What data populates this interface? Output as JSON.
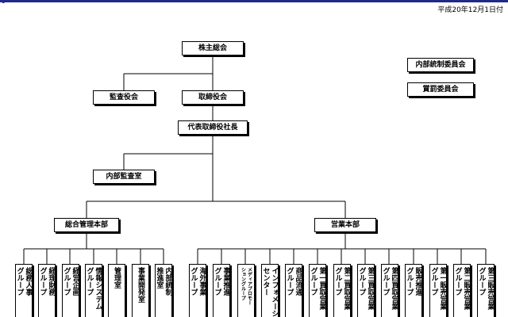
{
  "header": {
    "date": "平成20年12月1日付"
  },
  "nodes": {
    "shareholders": "株主総会",
    "auditors": "監査役会",
    "board": "取締役会",
    "ceo": "代表取締役社長",
    "internal_audit": "内部監査室",
    "admin_hq": "総合管理本部",
    "sales_hq": "営業本部",
    "internal_control_committee": "内部統制委員会",
    "reward_committee": "賞罰委員会"
  },
  "admin_departments": [
    {
      "lines": [
        "総務人事",
        "グループ"
      ]
    },
    {
      "lines": [
        "経理財務",
        "グループ"
      ]
    },
    {
      "lines": [
        "経営企画",
        "グループ"
      ]
    },
    {
      "lines": [
        "情報システム",
        "グループ"
      ]
    },
    {
      "lines": [
        "管理室"
      ]
    },
    {
      "lines": [
        "事業開発室"
      ]
    },
    {
      "lines": [
        "内部統制",
        "推進室"
      ]
    }
  ],
  "sales_departments": [
    {
      "lines": [
        "海外事業",
        "グループ"
      ]
    },
    {
      "lines": [
        "事業推進",
        "グループ"
      ]
    },
    {
      "lines": [
        "メディアプロモー",
        "ショングループ"
      ],
      "small": true
    },
    {
      "lines": [
        "インフォメーション",
        "センター"
      ]
    },
    {
      "lines": [
        "商品流通",
        "グループ"
      ]
    },
    {
      "lines": [
        "第一買取営業",
        "グループ"
      ]
    },
    {
      "lines": [
        "第二買取営業",
        "グループ"
      ]
    },
    {
      "lines": [
        "第三買取営業",
        "グループ"
      ]
    },
    {
      "lines": [
        "第四買取営業",
        "グループ"
      ]
    },
    {
      "lines": [
        "販売推進",
        "グループ"
      ]
    },
    {
      "lines": [
        "第一販売営業",
        "グループ"
      ]
    },
    {
      "lines": [
        "第二販売営業",
        "グループ"
      ]
    },
    {
      "lines": [
        "第三販売営業",
        "グループ"
      ]
    }
  ]
}
